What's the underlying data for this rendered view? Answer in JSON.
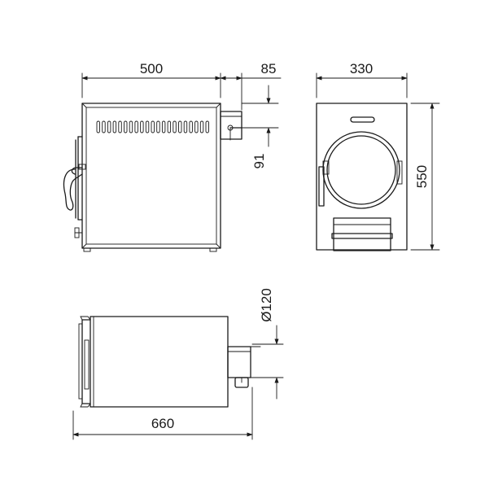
{
  "dimensions": {
    "width": "500",
    "flue_offset": "85",
    "flue_height": "91",
    "depth": "330",
    "height": "550",
    "flue_diameter": "Ø120",
    "total_length": "660"
  },
  "colors": {
    "line": "#1a1a1a",
    "background": "#ffffff"
  }
}
